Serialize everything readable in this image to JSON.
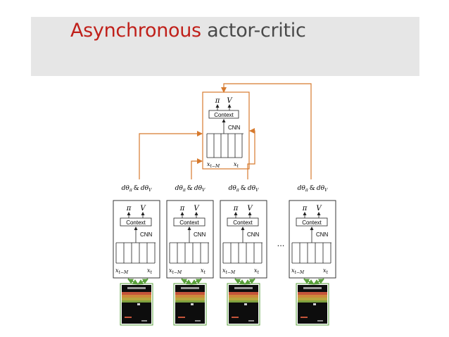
{
  "slide": {
    "title_accent": "Asynchronous",
    "title_rest": "actor-critic"
  },
  "colors": {
    "title_accent": "#c0201a",
    "title_text": "#4a4a4a",
    "title_band": "#e6e6e6",
    "upload_arrows": "#d77a2e",
    "env_arrows": "#5aa03c",
    "network_lines": "#222222"
  },
  "global_network": {
    "policy_label": "π",
    "value_label": "V",
    "context_label": "Context",
    "cnn_label": "CNN",
    "input_first": "x",
    "input_first_sub": "t−M",
    "input_last": "x",
    "input_last_sub": "t"
  },
  "workers": [
    {
      "gradient": {
        "d1": "dθ",
        "sub1": "π",
        "amp": "&",
        "d2": "dθ",
        "sub2": "V"
      },
      "policy_label": "π",
      "value_label": "V",
      "context_label": "Context",
      "cnn_label": "CNN",
      "input_first": "x",
      "input_first_sub": "t−M",
      "input_last": "x",
      "input_last_sub": "t"
    },
    {
      "gradient": {
        "d1": "dθ",
        "sub1": "π",
        "amp": "&",
        "d2": "dθ",
        "sub2": "V"
      },
      "policy_label": "π",
      "value_label": "V",
      "context_label": "Context",
      "cnn_label": "CNN",
      "input_first": "x",
      "input_first_sub": "t−M",
      "input_last": "x",
      "input_last_sub": "t"
    },
    {
      "gradient": {
        "d1": "dθ",
        "sub1": "π",
        "amp": "&",
        "d2": "dθ",
        "sub2": "V"
      },
      "policy_label": "π",
      "value_label": "V",
      "context_label": "Context",
      "cnn_label": "CNN",
      "input_first": "x",
      "input_first_sub": "t−M",
      "input_last": "x",
      "input_last_sub": "t"
    },
    {
      "gradient": {
        "d1": "dθ",
        "sub1": "π",
        "amp": "&",
        "d2": "dθ",
        "sub2": "V"
      },
      "policy_label": "π",
      "value_label": "V",
      "context_label": "Context",
      "cnn_label": "CNN",
      "input_first": "x",
      "input_first_sub": "t−M",
      "input_last": "x",
      "input_last_sub": "t"
    }
  ],
  "ellipsis": "..."
}
